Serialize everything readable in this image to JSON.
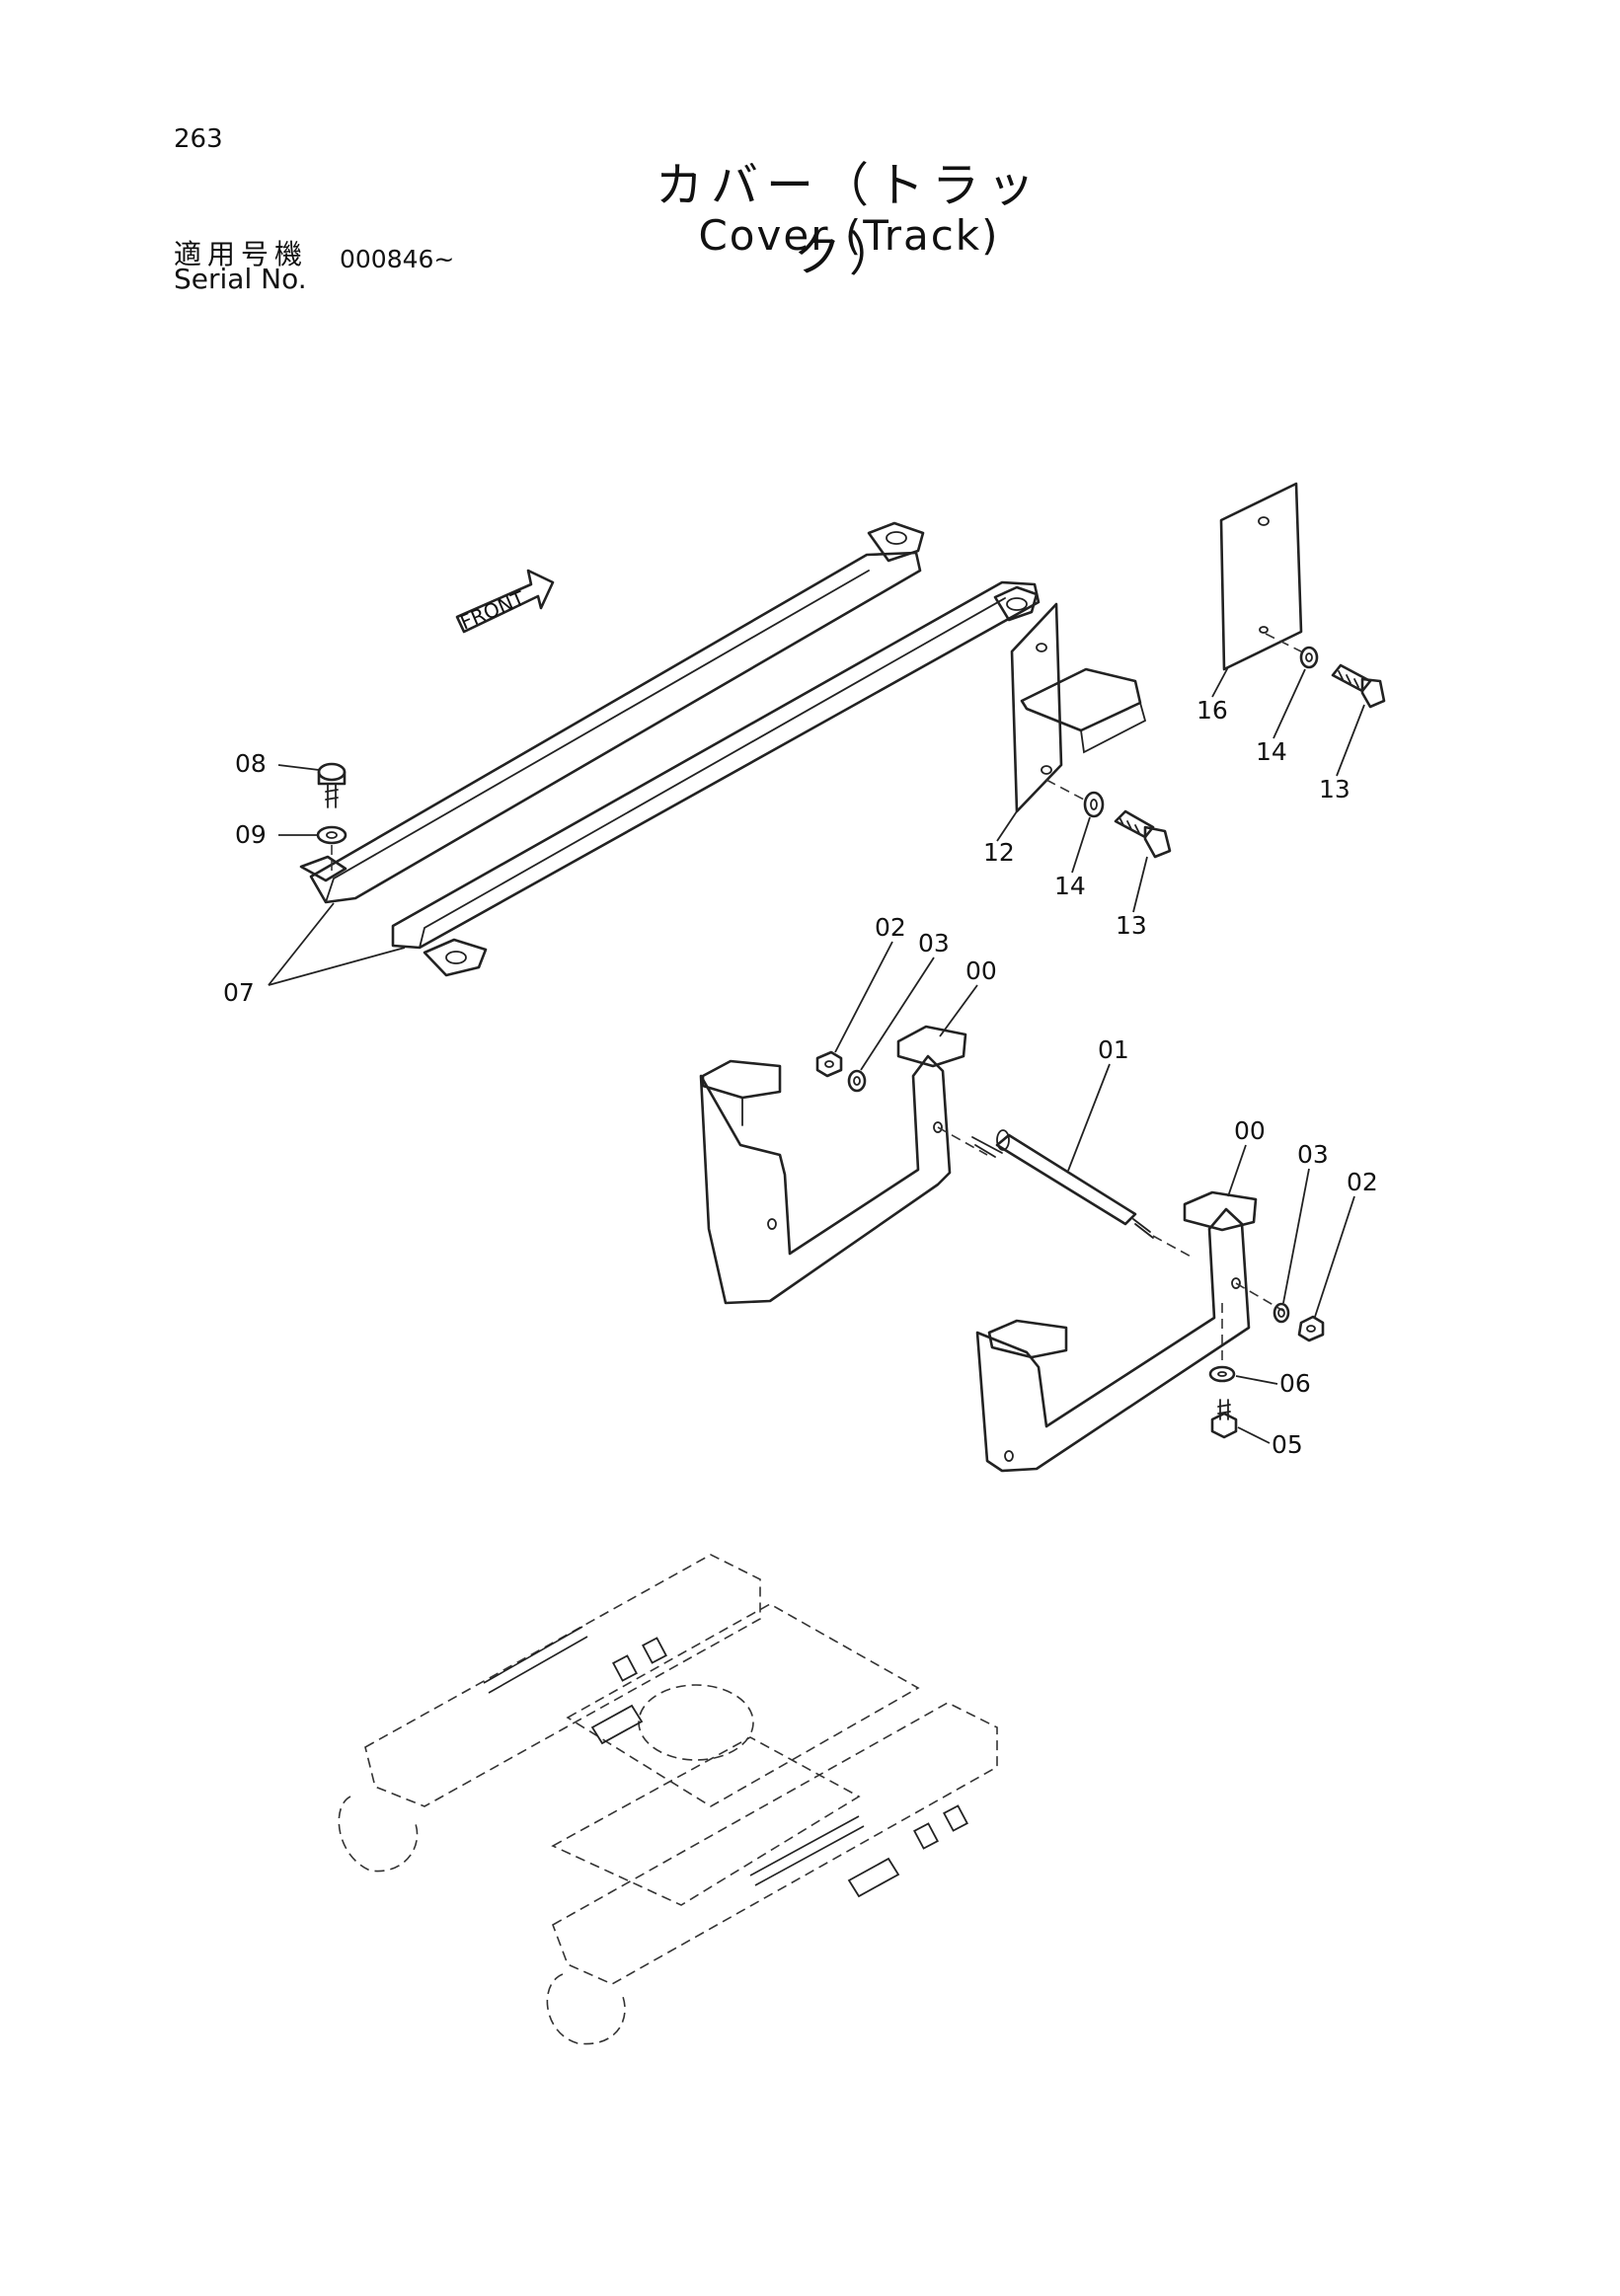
{
  "header": {
    "page_number": "263",
    "title_jp": "カバー（トラック）",
    "title_en": "Cover (Track)",
    "serial_label_jp": "適用号機",
    "serial_label_en": "Serial No.",
    "serial_value": "000846~"
  },
  "diagram": {
    "front_label": "FRONT",
    "callouts": {
      "c08": "08",
      "c09": "09",
      "c07": "07",
      "c12": "12",
      "c14a": "14",
      "c13a": "13",
      "c16": "16",
      "c14b": "14",
      "c13b": "13",
      "c02a": "02",
      "c03a": "03",
      "c00a": "00",
      "c01": "01",
      "c00b": "00",
      "c03b": "03",
      "c02b": "02",
      "c06": "06",
      "c05": "05"
    }
  }
}
